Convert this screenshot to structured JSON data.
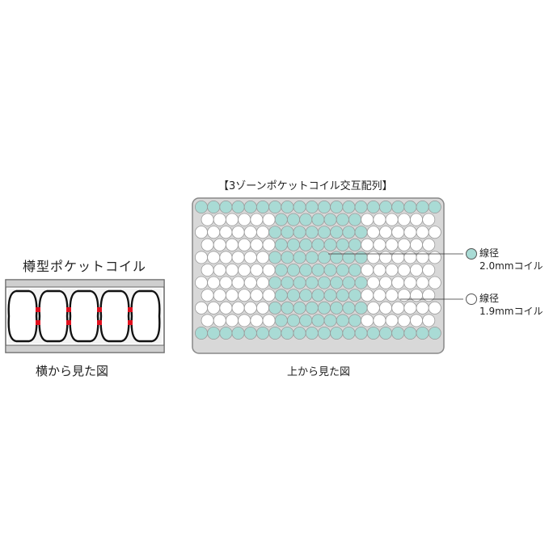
{
  "side_view": {
    "title": "樽型ポケットコイル",
    "caption": "横から見た図",
    "coil_count": 5,
    "colors": {
      "frame": "#555555",
      "joint": "#e0101e",
      "inner": "#f3f3f3"
    }
  },
  "top_view": {
    "title": "【3ゾーンポケットコイル交互配列】",
    "caption": "上から見た図",
    "colors": {
      "teal": "#a9dbd5",
      "white": "#ffffff",
      "background": "#d8d8d8",
      "outline": "#888888"
    }
  },
  "legend": [
    {
      "line1": "線径",
      "line2": "2.0mmコイル",
      "color": "#a9dbd5"
    },
    {
      "line1": "線径",
      "line2": "1.9mmコイル",
      "color": "#ffffff"
    }
  ]
}
